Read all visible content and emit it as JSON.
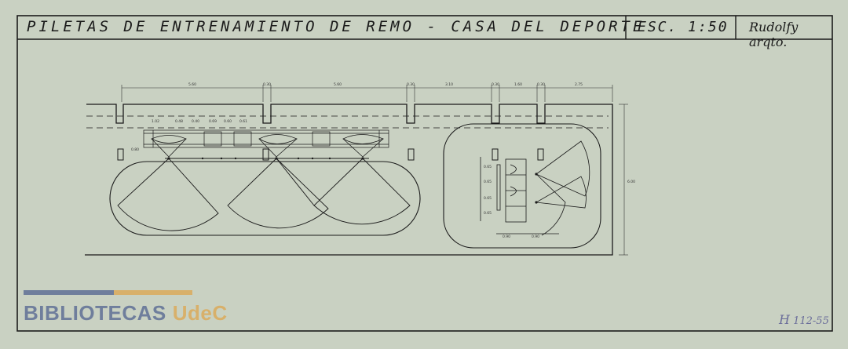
{
  "title": "PILETAS DE ENTRENAMIENTO DE REMO - CASA DEL DEPORTE",
  "scale": "ESC. 1:50",
  "signature": "Rudolfy arqto.",
  "archive_mark": {
    "prefix": "H",
    "number": "112-55"
  },
  "watermark": {
    "part1": "BIBLIOTECAS",
    "part2": "UdeC"
  },
  "colors": {
    "paper": "#c9d1c2",
    "ink": "#1b1b1b",
    "watermark_blue": "#6f7e9c",
    "watermark_gold": "#d8b06a"
  },
  "dimensions": {
    "top": [
      "5.60",
      "0.30",
      "5.60",
      "0.30",
      "3.10",
      "0.30",
      "1.60",
      "0.30",
      "2.75"
    ],
    "inner": [
      "1.02",
      "0.48",
      "0.40",
      "0.69",
      "0.60",
      "0.61"
    ],
    "left_small": "0.80",
    "right_total": "6.00",
    "right_pool_vertical": [
      "0.65",
      "0.65",
      "0.65",
      "0.65"
    ],
    "right_pool_bottom": [
      "0.90",
      "0.90"
    ]
  }
}
